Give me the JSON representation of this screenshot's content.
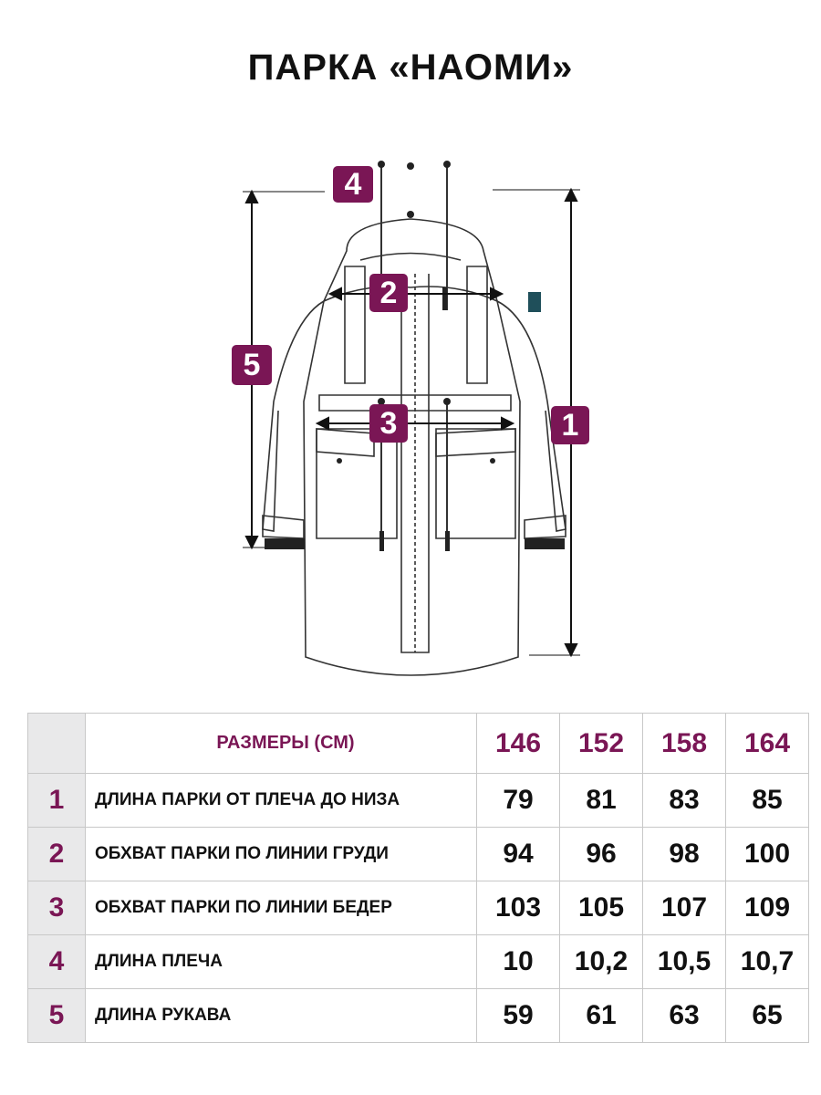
{
  "title": "ПАРКА «НАОМИ»",
  "markers": [
    "1",
    "2",
    "3",
    "4",
    "5"
  ],
  "table": {
    "header_label": "РАЗМЕРЫ (СМ)",
    "sizes": [
      "146",
      "152",
      "158",
      "164"
    ],
    "rows": [
      {
        "index": "1",
        "label": "ДЛИНА ПАРКИ ОТ ПЛЕЧА ДО НИЗА",
        "values": [
          "79",
          "81",
          "83",
          "85"
        ]
      },
      {
        "index": "2",
        "label": "ОБХВАТ ПАРКИ ПО ЛИНИИ ГРУДИ",
        "values": [
          "94",
          "96",
          "98",
          "100"
        ]
      },
      {
        "index": "3",
        "label": "ОБХВАТ ПАРКИ ПО ЛИНИИ БЕДЕР",
        "values": [
          "103",
          "105",
          "107",
          "109"
        ]
      },
      {
        "index": "4",
        "label": "ДЛИНА ПЛЕЧА",
        "values": [
          "10",
          "10,2",
          "10,5",
          "10,7"
        ]
      },
      {
        "index": "5",
        "label": "ДЛИНА РУКАВА",
        "values": [
          "59",
          "61",
          "63",
          "65"
        ]
      }
    ]
  },
  "colors": {
    "accent": "#7a1655",
    "header_bg": "#e9e9ea",
    "border": "#c8c8c8"
  }
}
